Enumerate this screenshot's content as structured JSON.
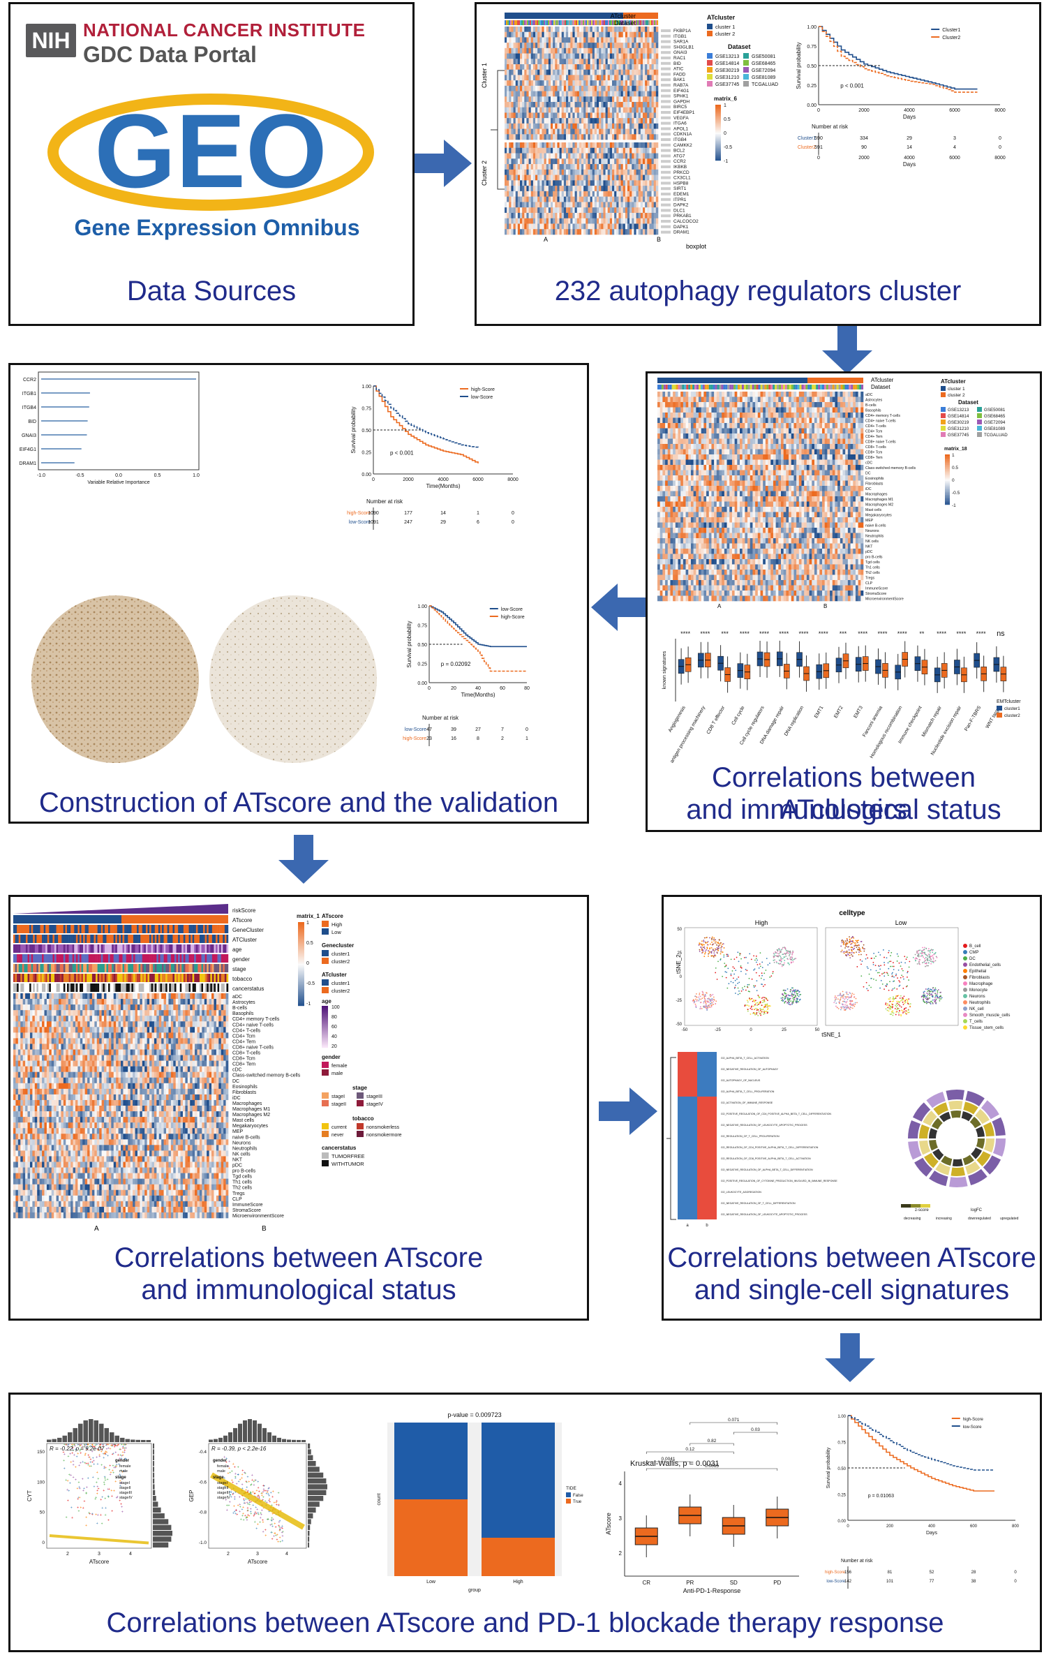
{
  "colors": {
    "caption": "#1f2a8a",
    "arrow": "#3b68b0",
    "blue": "#1f4e8c",
    "orange": "#ec6a1f",
    "nci_red": "#b1203a"
  },
  "sources": {
    "nih": "NIH",
    "nci": "NATIONAL CANCER INSTITUTE",
    "gdc": "GDC Data Portal",
    "geo_logo": "GEO",
    "geo_subtitle": "Gene Expression Omnibus",
    "caption": "Data Sources"
  },
  "cluster": {
    "caption": "232 autophagy regulators cluster",
    "annotation_atcluster": "ATcluster",
    "annotation_dataset": "Dataset",
    "legend_atcluster_title": "ATcluster",
    "legend_atcluster": [
      "cluster 1",
      "cluster 2"
    ],
    "legend_dataset_title": "Dataset",
    "legend_datasets": [
      "GSE13213",
      "GSE50081",
      "GSE14814",
      "GSE68465",
      "GSE30219",
      "GSE72094",
      "GSE31210",
      "GSE81089",
      "GSE37745",
      "TCGALUAD"
    ],
    "legend_matrix_title": "matrix_6",
    "legend_matrix_ticks": [
      "1",
      "0.5",
      "0",
      "-0.5",
      "-1"
    ],
    "row_cluster_labels": [
      "Cluster 1",
      "Cluster 2"
    ],
    "genes": [
      "FKBP1A",
      "ITGB1",
      "SAR1A",
      "SH3GLB1",
      "GNAI3",
      "RAC1",
      "BID",
      "ATIC",
      "FADD",
      "BAK1",
      "RAB7A",
      "EIF4G1",
      "SPHK1",
      "GAPDH",
      "BIRC5",
      "EIF4EBP1",
      "VEGFA",
      "ITGA6",
      "APOL1",
      "CDKN1A",
      "ITGB4",
      "CAMKK2",
      "BCL2",
      "ATG7",
      "CCR2",
      "IKBKB",
      "PRKCD",
      "CX3CL1",
      "HSPB8",
      "SIRT1",
      "EDEM1",
      "ITPR1",
      "DAPK2",
      "DLC1",
      "PRKAB1",
      "CALCOCO2",
      "DAPK1",
      "DRAM1"
    ],
    "bottom_groups": [
      "A",
      "B"
    ],
    "bottom_label": "boxplot",
    "km": {
      "legend": [
        "Cluster1",
        "Cluster2"
      ],
      "ylabel": "Survival probability",
      "xlabel": "Days",
      "pvalue": "p < 0.001",
      "y_ticks": [
        "1.00",
        "0.75",
        "0.50",
        "0.25",
        "0.00"
      ],
      "x_ticks": [
        "0",
        "2000",
        "4000",
        "6000",
        "8000"
      ],
      "risk_title": "Number at risk",
      "risk_rows": [
        {
          "name": "Cluster1",
          "values": [
            "590",
            "334",
            "29",
            "3",
            "0"
          ]
        },
        {
          "name": "Cluster2",
          "values": [
            "591",
            "90",
            "14",
            "4",
            "0"
          ]
        }
      ]
    }
  },
  "construct": {
    "caption": "Construction of ATscore and the validation",
    "importance": {
      "genes": [
        "CCR2",
        "ITGB1",
        "ITGB4",
        "BID",
        "GNAI3",
        "EIF4G1",
        "DRAM1"
      ],
      "values": [
        1.0,
        -0.37,
        -0.38,
        -0.4,
        -0.41,
        -0.48,
        -0.57
      ],
      "x_ticks": [
        "-1.0",
        "-0.5",
        "0.0",
        "0.5",
        "1.0"
      ],
      "xlabel": "Variable Relative Importance"
    },
    "km1": {
      "legend": [
        "high-Score",
        "low-Score"
      ],
      "ylabel": "Survival probability",
      "xlabel": "Time(Months)",
      "pvalue": "p < 0.001",
      "y_ticks": [
        "1.00",
        "0.75",
        "0.50",
        "0.25",
        "0.00"
      ],
      "x_ticks": [
        "0",
        "2000",
        "4000",
        "6000",
        "8000"
      ],
      "risk_title": "Number at risk",
      "risk_rows": [
        {
          "name": "high-Score",
          "values": [
            "1090",
            "177",
            "14",
            "1",
            "0"
          ]
        },
        {
          "name": "low-Score",
          "values": [
            "1091",
            "247",
            "29",
            "6",
            "0"
          ]
        }
      ]
    },
    "km2": {
      "legend": [
        "low-Score",
        "high-Score"
      ],
      "ylabel": "Survival probability",
      "xlabel": "Time(Months)",
      "pvalue": "p = 0.02092",
      "y_ticks": [
        "1.00",
        "0.75",
        "0.50",
        "0.25",
        "0.00"
      ],
      "x_ticks": [
        "0",
        "20",
        "40",
        "60",
        "80"
      ],
      "risk_title": "Number at risk",
      "risk_rows": [
        {
          "name": "low-Score",
          "values": [
            "47",
            "39",
            "27",
            "7",
            "0"
          ]
        },
        {
          "name": "high-Score",
          "values": [
            "23",
            "16",
            "8",
            "2",
            "1"
          ]
        }
      ]
    }
  },
  "atcluster": {
    "caption_line1": "Correlations between ATclusters",
    "caption_line2": "and immunological status",
    "annotation_atcluster": "ATcluster",
    "annotation_dataset": "Dataset",
    "legend_atcluster_title": "ATcluster",
    "legend_atcluster": [
      "cluster 1",
      "cluster 2"
    ],
    "legend_dataset_title": "Dataset",
    "legend_datasets": [
      "GSE13213",
      "GSE50081",
      "GSE14814",
      "GSE68465",
      "GSE30219",
      "GSE72094",
      "GSE31210",
      "GSE81089",
      "GSE37745",
      "TCGALUAD"
    ],
    "legend_matrix_title": "matrix_18",
    "legend_matrix_ticks": [
      "1",
      "0.5",
      "0",
      "-0.5",
      "-1"
    ],
    "cells": [
      "aDC",
      "Astrocytes",
      "B-cells",
      "Basophils",
      "CD4+ memory T-cells",
      "CD4+ naive T-cells",
      "CD4+ T-cells",
      "CD4+ Tcm",
      "CD4+ Tem",
      "CD8+ naive T-cells",
      "CD8+ T-cells",
      "CD8+ Tcm",
      "CD8+ Tem",
      "cDC",
      "Class-switched memory B-cells",
      "DC",
      "Eosinophils",
      "Fibroblasts",
      "iDC",
      "Macrophages",
      "Macrophages M1",
      "Macrophages M2",
      "Mast cells",
      "Megakaryocytes",
      "MEP",
      "naive B-cells",
      "Neurons",
      "Neutrophils",
      "NK cells",
      "NKT",
      "pDC",
      "pro B-cells",
      "Tgd cells",
      "Th1 cells",
      "Th2 cells",
      "Tregs",
      "CLP",
      "ImmuneScore",
      "StromaScore",
      "MicroenvironmentScore"
    ],
    "bottom_groups": [
      "A",
      "B"
    ],
    "box_signif": [
      "****",
      "****",
      "***",
      "****",
      "****",
      "****",
      "****",
      "****",
      "***",
      "****",
      "****",
      "****",
      "**",
      "****",
      "****",
      "****",
      "ns"
    ],
    "box_ylabel": "known signatures",
    "box_categories": [
      "Angiogenesis",
      "antigen processing machinery",
      "CD8 T effector",
      "Cell cycle",
      "Cell cycle regulators",
      "DNA damage repair",
      "DNA replication",
      "EMT1",
      "EMT2",
      "EMT3",
      "Fanconi anemia",
      "Homologous recombination",
      "Immune checkpoint",
      "Mismatch repair",
      "Nucleotide excision repair",
      "Pan-F-TBRS",
      "WNT target"
    ],
    "box_legend_title": "EMTcluster",
    "box_legend": [
      "cluster1",
      "cluster2"
    ]
  },
  "atscore": {
    "caption_line1": "Correlations between ATscore",
    "caption_line2": "and immunological status",
    "annotations": [
      "riskScore",
      "ATscore",
      "GeneCluster",
      "ATCluster",
      "age",
      "gender",
      "stage",
      "tobacco",
      "cancerstatus"
    ],
    "cells": [
      "aDC",
      "Astrocytes",
      "B-cells",
      "Basophils",
      "CD4+ memory T-cells",
      "CD4+ naive T-cells",
      "CD4+ T-cells",
      "CD4+ Tcm",
      "CD4+ Tem",
      "CD8+ naive T-cells",
      "CD8+ T-cells",
      "CD8+ Tcm",
      "CD8+ Tem",
      "cDC",
      "Class-switched memory B-cells",
      "DC",
      "Eosinophils",
      "Fibroblasts",
      "iDC",
      "Macrophages",
      "Macrophages M1",
      "Macrophages M2",
      "Mast cells",
      "Megakaryocytes",
      "MEP",
      "naive B-cells",
      "Neurons",
      "Neutrophils",
      "NK cells",
      "NKT",
      "pDC",
      "pro B-cells",
      "Tgd cells",
      "Th1 cells",
      "Th2 cells",
      "Tregs",
      "CLP",
      "ImmuneScore",
      "StromaScore",
      "MicroenvironmentScore"
    ],
    "bottom_groups": [
      "A",
      "B"
    ],
    "legend_matrix_title": "matrix_1",
    "legend_matrix_ticks": [
      "1",
      "0.5",
      "0",
      "-0.5",
      "-1"
    ],
    "legend_atscore_title": "ATscore",
    "legend_atscore": [
      "High",
      "Low"
    ],
    "legend_genecluster_title": "Genecluster",
    "legend_genecluster": [
      "cluster1",
      "cluster2"
    ],
    "legend_atcluster_title": "ATcluster",
    "legend_atcluster": [
      "cluster1",
      "cluster2"
    ],
    "legend_age_title": "age",
    "legend_age_ticks": [
      "100",
      "80",
      "60",
      "40",
      "20"
    ],
    "legend_gender_title": "gender",
    "legend_gender": [
      "female",
      "male"
    ],
    "legend_stage_title": "stage",
    "legend_stage": [
      "stageI",
      "stageIII",
      "stageII",
      "stageIV"
    ],
    "legend_tobacco_title": "tobacco",
    "legend_tobacco": [
      "current",
      "nonsmokerless",
      "never",
      "nonsmokermore"
    ],
    "legend_cancer_title": "cancerstatus",
    "legend_cancer": [
      "TUMORFREE",
      "WITHTUMOR"
    ]
  },
  "single": {
    "caption_line1": "Correlations between ATscore",
    "caption_line2": "and single-cell signatures",
    "tsne_title": "celltype",
    "tsne_groups": [
      "High",
      "Low"
    ],
    "tsne_xlabel": "tSNE_1",
    "tsne_ylabel": "tSNE_2",
    "tsne_x_ticks": [
      "-50",
      "-25",
      "0",
      "25",
      "50"
    ],
    "tsne_y_ticks": [
      "50",
      "25",
      "0",
      "-25",
      "-50"
    ],
    "celltypes": [
      "B_cell",
      "CMP",
      "DC",
      "Endothelial_cells",
      "Epithelial",
      "Fibroblasts",
      "Macrophage",
      "Monocyte",
      "Neurons",
      "Neutrophils",
      "NK_cell",
      "Smooth_muscle_cells",
      "T_cells",
      "Tissue_stem_cells"
    ],
    "go_terms": [
      "GO_ALPHA_BETA_T_CELL_ACTIVATION",
      "GO_NEGATIVE_REGULATION_OF_AUTOPHAGY",
      "GO_AUTOPHAGY_OF_NUCLEUS",
      "GO_ALPHA_BETA_T_CELL_PROLIFERATION",
      "GO_ACTIVATION_OF_IMMUNE_RESPONSE",
      "GO_POSITIVE_REGULATION_OF_CD4_POSITIVE_ALPHA_BETA_T_CELL_DIFFERENTIATION",
      "GO_NEGATIVE_REGULATION_OF_LEUKOCYTE_APOPTOTIC_PROCESS",
      "GO_REGULATION_OF_T_CELL_PROLIFERATION",
      "GO_REGULATION_OF_CD4_POSITIVE_ALPHA_BETA_T_CELL_DIFFERENTIATION",
      "GO_REGULATION_OF_CD8_POSITIVE_ALPHA_BETA_T_CELL_ACTIVATION",
      "GO_NEGATIVE_REGULATION_OF_ALPHA_BETA_T_CELL_DIFFERENTIATION",
      "GO_POSITIVE_REGULATION_OF_CYTOKINE_PRODUCTION_INVOLVED_IN_IMMUNE_RESPONSE",
      "GO_LEUKOCYTE_AGGREGATION",
      "GO_NEGATIVE_REGULATION_OF_T_CELL_DIFFERENTIATION",
      "GO_NEGATIVE_REGULATION_OF_LEUKOCYTE_APOPTOTIC_PROCESS"
    ],
    "heat_columns": [
      "a",
      "b"
    ],
    "circle_legend_zscore": "z-score",
    "circle_legend_logfc": "logFC",
    "circle_legend_items": [
      "decreasing",
      "increasing",
      "downregulated",
      "upregulated"
    ]
  },
  "pd1": {
    "caption": "Correlations between ATscore and PD-1 blockade therapy response",
    "scatter1": {
      "stat": "R = -0.22, p = 9.2e-07",
      "xlabel": "ATscore",
      "ylabel": "CYT",
      "legend_gender_title": "gender",
      "legend_gender": [
        "female",
        "male"
      ],
      "legend_stage_title": "stage",
      "legend_stage": [
        "stageI",
        "stageII",
        "stageIII",
        "stageIV"
      ],
      "x_ticks": [
        "2",
        "3",
        "4"
      ],
      "y_ticks": [
        "150",
        "100",
        "50",
        "0"
      ]
    },
    "scatter2": {
      "stat": "R = -0.39, p < 2.2e-16",
      "xlabel": "ATscore",
      "ylabel": "GEP",
      "legend_gender_title": "gender",
      "legend_gender": [
        "female",
        "male"
      ],
      "legend_stage_title": "stage",
      "legend_stage": [
        "stageI",
        "stageII",
        "stageIII",
        "stageIV"
      ],
      "x_ticks": [
        "2",
        "3",
        "4"
      ],
      "y_ticks": [
        "-0.4",
        "-0.6",
        "-0.8",
        "-1.0"
      ]
    },
    "stacked": {
      "title": "p-value = 0.009723",
      "xlabel": "group",
      "ylabel": "count",
      "groups": [
        "Low",
        "High"
      ],
      "legend_title": "TIDE",
      "legend": [
        "False",
        "True"
      ]
    },
    "boxplot": {
      "stat": "Kruskal-Wallis, p = 0.0031",
      "xlabel": "Anti-PD-1-Response",
      "ylabel": "ATscore",
      "groups": [
        "CR",
        "PR",
        "SD",
        "PD"
      ],
      "y_ticks": [
        "4",
        "3",
        "2"
      ],
      "pairs": [
        "0.071",
        "0.03",
        "0.82",
        "0.12",
        "0.0041",
        "0.0065"
      ]
    },
    "km": {
      "legend": [
        "high-Score",
        "low-Score"
      ],
      "ylabel": "Survival probability",
      "xlabel": "Days",
      "pvalue": "p = 0.01063",
      "y_ticks": [
        "1.00",
        "0.75",
        "0.50",
        "0.25",
        "0.00"
      ],
      "x_ticks": [
        "0",
        "200",
        "400",
        "600",
        "800"
      ],
      "risk_title": "Number at risk",
      "risk_rows": [
        {
          "name": "high-Score",
          "values": [
            "156",
            "81",
            "52",
            "28",
            "0"
          ]
        },
        {
          "name": "low-Score",
          "values": [
            "142",
            "101",
            "77",
            "38",
            "0"
          ]
        }
      ]
    }
  },
  "chart_data": [
    {
      "type": "line",
      "title": "",
      "xlabel": "Days",
      "ylabel": "Survival probability",
      "pvalue": "p < 0.001",
      "x": [
        0,
        1000,
        2000,
        3000,
        4000,
        5000,
        6000,
        7000
      ],
      "series": [
        {
          "name": "Cluster1",
          "values": [
            1.0,
            0.7,
            0.52,
            0.42,
            0.35,
            0.28,
            0.2,
            0.2
          ]
        },
        {
          "name": "Cluster2",
          "values": [
            1.0,
            0.62,
            0.46,
            0.37,
            0.3,
            0.26,
            0.16,
            0.16
          ]
        }
      ],
      "xlim": [
        0,
        8000
      ],
      "ylim": [
        0,
        1
      ]
    },
    {
      "type": "bar",
      "title": "",
      "xlabel": "Variable Relative Importance",
      "categories": [
        "CCR2",
        "ITGB1",
        "ITGB4",
        "BID",
        "GNAI3",
        "EIF4G1",
        "DRAM1"
      ],
      "values": [
        1.0,
        -0.37,
        -0.38,
        -0.4,
        -0.41,
        -0.48,
        -0.57
      ],
      "xlim": [
        -1,
        1
      ]
    },
    {
      "type": "line",
      "title": "",
      "xlabel": "Time(Months)",
      "ylabel": "Survival probability",
      "pvalue": "p < 0.001",
      "x": [
        0,
        1000,
        2000,
        3000,
        4000,
        5000,
        6000
      ],
      "series": [
        {
          "name": "high-Score",
          "values": [
            1.0,
            0.65,
            0.45,
            0.33,
            0.26,
            0.22,
            0.12
          ]
        },
        {
          "name": "low-Score",
          "values": [
            1.0,
            0.75,
            0.57,
            0.47,
            0.4,
            0.33,
            0.3
          ]
        }
      ],
      "xlim": [
        0,
        8000
      ],
      "ylim": [
        0,
        1
      ]
    },
    {
      "type": "line",
      "title": "",
      "xlabel": "Time(Months)",
      "ylabel": "Survival probability",
      "pvalue": "p = 0.02092",
      "x": [
        0,
        10,
        20,
        30,
        40,
        50,
        60,
        70,
        80
      ],
      "series": [
        {
          "name": "low-Score",
          "values": [
            1.0,
            0.92,
            0.78,
            0.62,
            0.5,
            0.47,
            0.47,
            0.47,
            0.47
          ]
        },
        {
          "name": "high-Score",
          "values": [
            1.0,
            0.85,
            0.7,
            0.55,
            0.4,
            0.15,
            0.15,
            0.15,
            0.15
          ]
        }
      ],
      "xlim": [
        0,
        80
      ],
      "ylim": [
        0,
        1
      ]
    },
    {
      "type": "bar",
      "title": "p-value = 0.009723",
      "xlabel": "group",
      "ylabel": "count",
      "categories": [
        "Low",
        "High"
      ],
      "series": [
        {
          "name": "False",
          "values": [
            0.5,
            0.75
          ]
        },
        {
          "name": "True",
          "values": [
            0.5,
            0.25
          ]
        }
      ],
      "ylim": [
        0,
        1
      ]
    },
    {
      "type": "line",
      "title": "",
      "xlabel": "Days",
      "ylabel": "Survival probability",
      "pvalue": "p = 0.01063",
      "x": [
        0,
        100,
        200,
        300,
        400,
        500,
        600,
        700
      ],
      "series": [
        {
          "name": "high-Score",
          "values": [
            1.0,
            0.8,
            0.62,
            0.5,
            0.4,
            0.33,
            0.28,
            0.28
          ]
        },
        {
          "name": "low-Score",
          "values": [
            1.0,
            0.88,
            0.76,
            0.65,
            0.58,
            0.52,
            0.48,
            0.48
          ]
        }
      ],
      "xlim": [
        0,
        800
      ],
      "ylim": [
        0,
        1
      ]
    }
  ]
}
